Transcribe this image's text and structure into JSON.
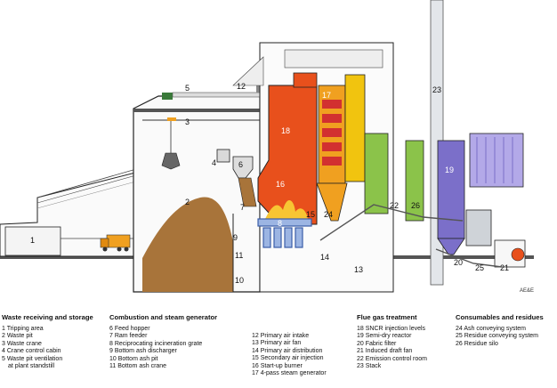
{
  "diagram_labels": {
    "n1": "1",
    "n2": "2",
    "n3": "3",
    "n4": "4",
    "n5": "5",
    "n6": "6",
    "n7": "7",
    "n8": "8",
    "n9": "9",
    "n10": "10",
    "n11": "11",
    "n12": "12",
    "n13": "13",
    "n14": "14",
    "n15": "15",
    "n16": "16",
    "n17": "17",
    "n18": "18",
    "n19": "19",
    "n20": "20",
    "n21": "21",
    "n22": "22",
    "n23": "23",
    "n24": "24",
    "n25": "25",
    "n26": "26"
  },
  "logo_text": "AE&E",
  "colors": {
    "building": "#fafafa",
    "outline": "#222222",
    "waste": "#a8743a",
    "furnace": "#e8501c",
    "boiler": "#f0a020",
    "boilerTube": "#d23030",
    "flue": "#f1c40f",
    "green": "#8bc34a",
    "greenDark": "#4a8a2a",
    "purple": "#7b6fc9",
    "purpleLight": "#b3a9e8",
    "blue": "#5a86c8",
    "grey": "#cfd3d8",
    "stack": "#e3e6ea",
    "truck": "#f0a020"
  },
  "legend": {
    "waste": {
      "title": "Waste receiving and storage",
      "items": [
        "1 Tripping area",
        "2 Waste pit",
        "3 Waste crane",
        "4 Crane control cabin",
        "5 Waste pit ventilation",
        "at plant standstill"
      ]
    },
    "combustion": {
      "title": "Combustion and steam generator",
      "items": [
        "6 Feed hopper",
        "7 Ram feeder",
        "8 Reciprocating incineration grate",
        "9 Bottom ash discharger",
        "10 Bottom ash pit",
        "11 Bottom ash crane"
      ]
    },
    "combustion2": {
      "items": [
        "12 Primary air intake",
        "13 Primary air fan",
        "14 Primary air distribution",
        "15 Secondary air injection",
        "16 Start-up burner",
        "17 4-pass steam generator"
      ]
    },
    "flue": {
      "title": "Flue gas treatment",
      "items": [
        "18 SNCR injection levels",
        "19 Semi-dry reactor",
        "20 Fabric filter",
        "21 Induced draft fan",
        "22 Emission control room",
        "23 Stack"
      ]
    },
    "consumables": {
      "title": "Consumables and residues",
      "items": [
        "24 Ash conveying system",
        "25 Residue conveying system",
        "26 Residue silo"
      ]
    }
  }
}
